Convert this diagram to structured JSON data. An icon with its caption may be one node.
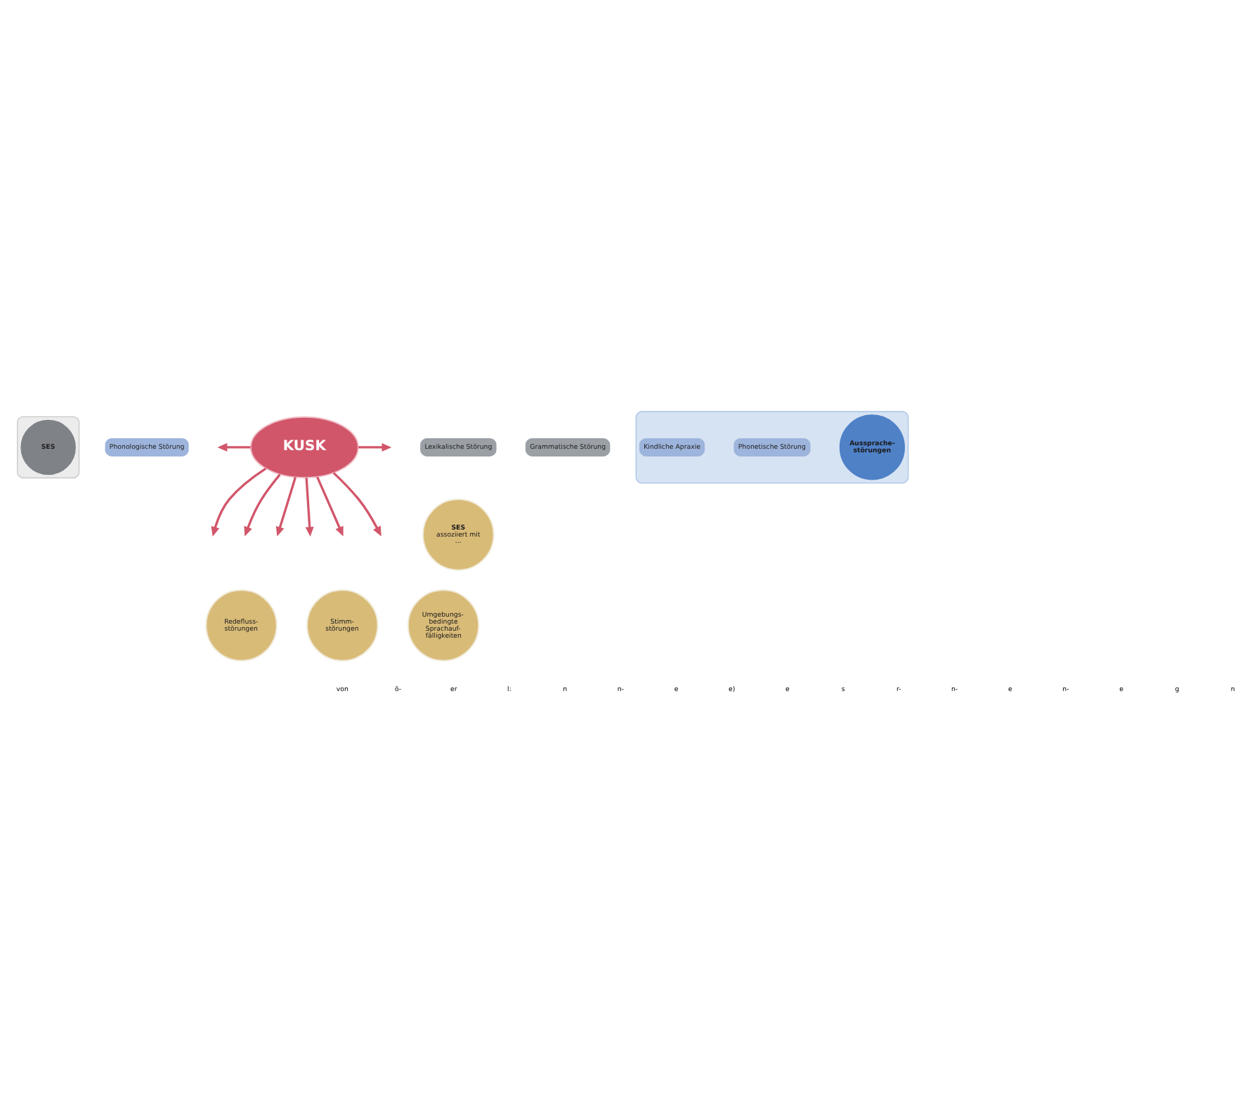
{
  "diagram": {
    "nodes": [
      {
        "text": [],
        "shape": "ellipse"
      },
      {
        "text": [
          "Lexikalische Störung"
        ]
      },
      {
        "text": [
          "SES"
        ],
        "in": 0
      },
      {
        "text": [
          "Grammatische Störung"
        ]
      },
      {
        "text": [],
        "shape": "ellipse"
      },
      {
        "text": [
          "Phonologische Störung"
        ]
      },
      {
        "text": [
          "Aussprache- störungen"
        ],
        "in": 4
      },
      {
        "text": [
          "Phonetische Störung"
        ],
        "in": 4
      },
      {
        "text": [
          "Kindliche Apraxie"
        ],
        "in": 4
      },
      {
        "text": [
          "SES",
          "assoziiert mit ..."
        ]
      },
      {
        "text": [
          "KUSK"
        ]
      },
      {
        "text": [
          "Stimm- störungen"
        ]
      },
      {
        "text": [
          "Umgebungs- bedingte Sprachauf- fälligkeiten"
        ]
      },
      {
        "text": [
          "Redefluss- störungen"
        ]
      }
    ],
    "edges": [
      {
        "from": 10,
        "to": null,
        "arrow": "to"
      },
      {
        "from": 10,
        "to": null,
        "arrow": "to"
      },
      {
        "from": 10,
        "to": null,
        "arrow": "to"
      },
      {
        "from": 10,
        "to": null,
        "arrow": "to"
      },
      {
        "from": 10,
        "to": null,
        "arrow": "to"
      },
      {
        "from": 10,
        "to": null,
        "arrow": "to"
      },
      {
        "from": 10,
        "to": null,
        "arrow": "to"
      },
      {
        "from": 10,
        "to": null,
        "arrow": "to"
      }
    ],
    "labels": [
      "von",
      "ö-",
      "er",
      "l:",
      "n",
      "n-",
      "e",
      "e)",
      "e",
      "s",
      "r-",
      "n-",
      "e",
      "n-",
      "e",
      "g",
      "n"
    ]
  }
}
